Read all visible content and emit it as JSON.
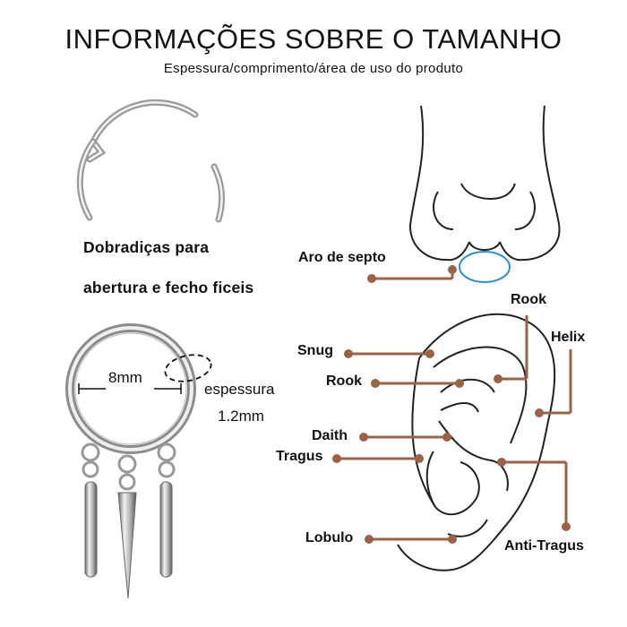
{
  "header": {
    "title": "INFORMAÇÕES SOBRE O TAMANHO",
    "subtitle": "Espessura/comprimento/área de uso do produto"
  },
  "hinge_note": {
    "line1": "Dobradiças para",
    "line2": "abertura e fecho ficeis"
  },
  "dimensions": {
    "diameter": "8mm",
    "thickness_label": "espessura",
    "thickness_value": "1.2mm"
  },
  "placements": {
    "septum": "Aro de septo",
    "rook_top": "Rook",
    "helix": "Helix",
    "snug": "Snug",
    "rook_left": "Rook",
    "daith": "Daith",
    "tragus": "Tragus",
    "lobulo": "Lobulo",
    "anti_tragus": "Anti-Tragus"
  },
  "colors": {
    "leader_line": "#9b6244",
    "septum_ring": "#2a8fd6",
    "outline": "#222222"
  }
}
